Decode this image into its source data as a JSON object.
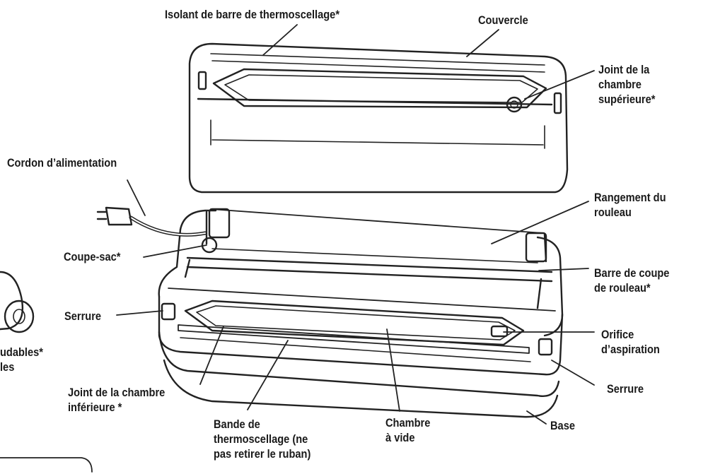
{
  "labels": {
    "heat_bar_insulator": "Isolant de barre de thermoscellage*",
    "lid": "Couvercle",
    "upper_gasket": [
      "Joint de la",
      "chambre",
      "supérieure*"
    ],
    "power_cord": "Cordon d’alimentation",
    "roll_storage": [
      "Rangement du",
      "rouleau"
    ],
    "bag_cutter": "Coupe-sac*",
    "roll_cutter_bar": [
      "Barre de coupe",
      "de rouleau*"
    ],
    "latch_left": "Serrure",
    "suction_port": [
      "Orifice",
      "d’aspiration"
    ],
    "bags_partial": [
      "udables*",
      "les"
    ],
    "latch_right": "Serrure",
    "lower_gasket": [
      "Joint de la chambre",
      "inférieure *"
    ],
    "heat_strip": [
      "Bande de",
      "thermoscellage (ne",
      "pas retirer le ruban)"
    ],
    "vacuum_chamber": [
      "Chambre",
      "à vide"
    ],
    "base": "Base"
  },
  "colors": {
    "ink": "#1a1a1a",
    "line": "#222222",
    "paper": "#ffffff"
  }
}
